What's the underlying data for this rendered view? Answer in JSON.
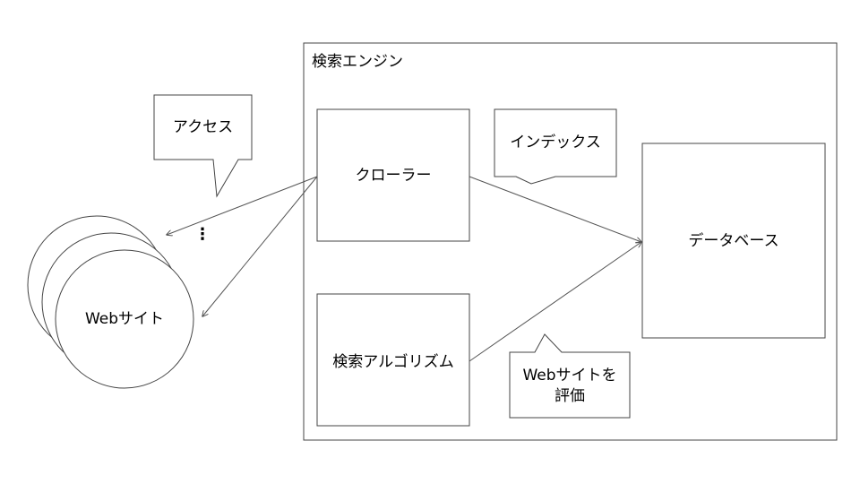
{
  "engine": {
    "title": "検索エンジン"
  },
  "boxes": {
    "crawler": "クローラー",
    "algorithm": "検索アルゴリズム",
    "database": "データベース"
  },
  "website": {
    "label": "Webサイト"
  },
  "callouts": {
    "access": "アクセス",
    "index": "インデックス",
    "evaluate_line1": "Webサイトを",
    "evaluate_line2": "評価"
  },
  "ellipsis": "⋮"
}
